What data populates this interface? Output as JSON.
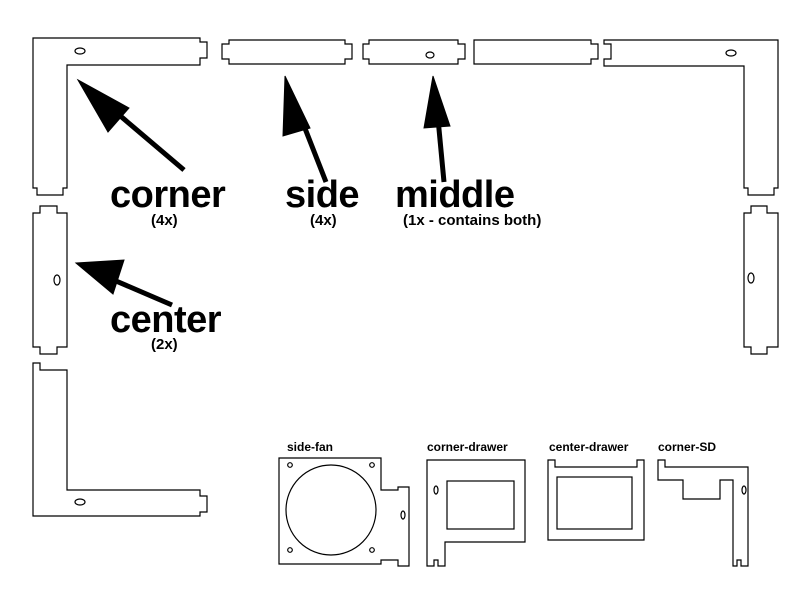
{
  "labels": {
    "corner": {
      "name": "corner",
      "count": "(4x)"
    },
    "side": {
      "name": "side",
      "count": "(4x)"
    },
    "middle": {
      "name": "middle",
      "count": "(1x - contains both)"
    },
    "center": {
      "name": "center",
      "count": "(2x)"
    }
  },
  "sub_parts": {
    "side_fan": "side-fan",
    "corner_drawer": "corner-drawer",
    "center_drawer": "center-drawer",
    "corner_sd": "corner-SD"
  },
  "colors": {
    "line": "#000000",
    "background": "#ffffff"
  }
}
